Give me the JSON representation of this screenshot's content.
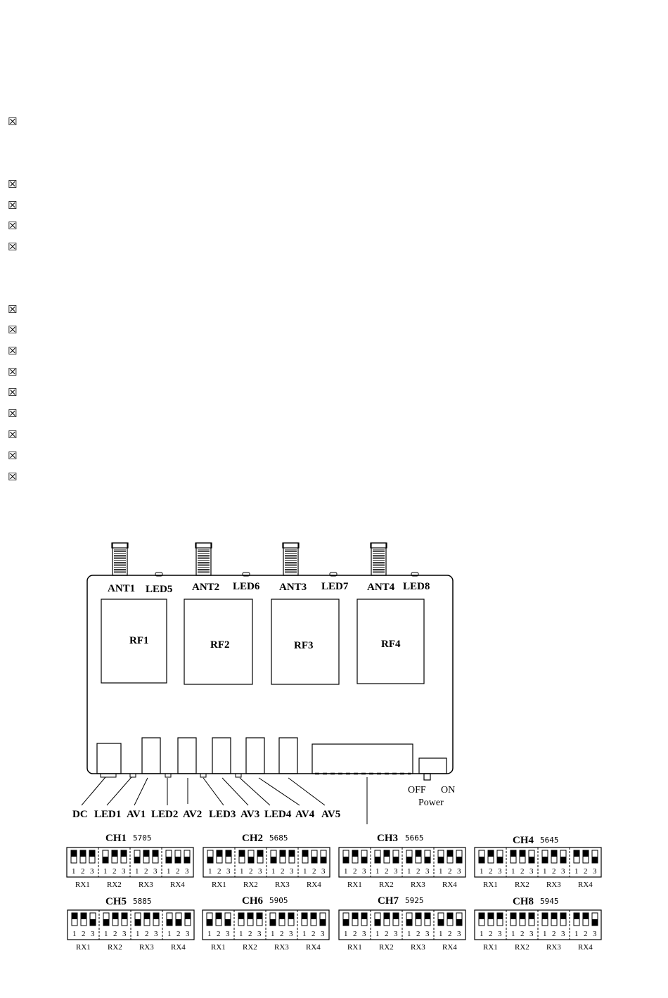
{
  "bullets": [
    "☒",
    "☒",
    "☒",
    "☒",
    "☒",
    "☒",
    "☒",
    "☒",
    "☒",
    "☒",
    "☒",
    "☒",
    "☒",
    "☒"
  ],
  "board": {
    "antennas": [
      "ANT1",
      "ANT2",
      "ANT3",
      "ANT4"
    ],
    "top_leds": [
      "LED5",
      "LED6",
      "LED7",
      "LED8"
    ],
    "rf_modules": [
      "RF1",
      "RF2",
      "RF3",
      "RF4"
    ],
    "bottom_ports": [
      "DC",
      "LED1",
      "AV1",
      "LED2",
      "AV2",
      "LED3",
      "AV3",
      "LED4",
      "AV4",
      "AV5"
    ],
    "power": {
      "off_label": "OFF",
      "on_label": "ON",
      "label": "Power"
    }
  },
  "dip_legend": {
    "receivers": [
      "RX1",
      "RX2",
      "RX3",
      "RX4"
    ],
    "switch_numbers": [
      "1",
      "2",
      "3"
    ],
    "channels": [
      {
        "name": "CH1",
        "freq": "5705",
        "states": [
          [
            1,
            1,
            1
          ],
          [
            0,
            1,
            1
          ],
          [
            0,
            1,
            1
          ],
          [
            0,
            0,
            0
          ]
        ]
      },
      {
        "name": "CH2",
        "freq": "5685",
        "states": [
          [
            0,
            1,
            1
          ],
          [
            1,
            0,
            1
          ],
          [
            0,
            1,
            1
          ],
          [
            1,
            0,
            0
          ]
        ]
      },
      {
        "name": "CH3",
        "freq": "5665",
        "states": [
          [
            0,
            1,
            0
          ],
          [
            0,
            1,
            0
          ],
          [
            0,
            1,
            0
          ],
          [
            0,
            1,
            0
          ]
        ]
      },
      {
        "name": "CH4",
        "freq": "5645",
        "states": [
          [
            0,
            1,
            0
          ],
          [
            1,
            1,
            0
          ],
          [
            0,
            1,
            0
          ],
          [
            1,
            1,
            0
          ]
        ]
      },
      {
        "name": "CH5",
        "freq": "5885",
        "states": [
          [
            1,
            1,
            0
          ],
          [
            0,
            1,
            1
          ],
          [
            0,
            1,
            1
          ],
          [
            0,
            0,
            1
          ]
        ]
      },
      {
        "name": "CH6",
        "freq": "5905",
        "states": [
          [
            0,
            1,
            0
          ],
          [
            1,
            1,
            1
          ],
          [
            0,
            1,
            1
          ],
          [
            1,
            1,
            0
          ]
        ]
      },
      {
        "name": "CH7",
        "freq": "5925",
        "states": [
          [
            0,
            1,
            1
          ],
          [
            0,
            1,
            1
          ],
          [
            0,
            1,
            1
          ],
          [
            0,
            1,
            0
          ]
        ]
      },
      {
        "name": "CH8",
        "freq": "5945",
        "states": [
          [
            1,
            1,
            1
          ],
          [
            1,
            1,
            1
          ],
          [
            1,
            1,
            1
          ],
          [
            1,
            1,
            0
          ]
        ]
      }
    ]
  }
}
